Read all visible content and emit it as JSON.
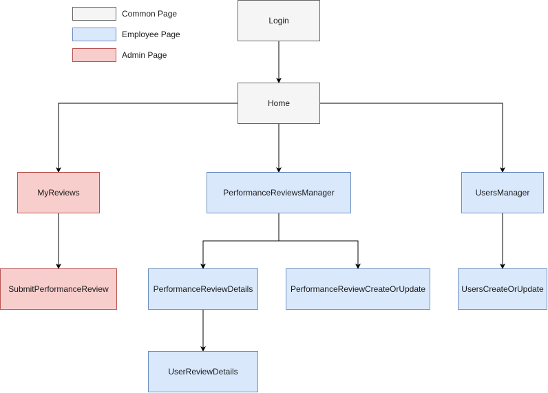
{
  "legend": [
    {
      "id": "common",
      "label": "Common Page"
    },
    {
      "id": "employee",
      "label": "Employee Page"
    },
    {
      "id": "admin",
      "label": "Admin Page"
    }
  ],
  "colors": {
    "common_fill": "#f5f5f5",
    "common_stroke": "#666666",
    "employee_fill": "#dae8fc",
    "employee_stroke": "#6c8ebf",
    "admin_fill": "#f8cecc",
    "admin_stroke": "#b85450",
    "edge": "#000000"
  },
  "nodes": {
    "login": {
      "label": "Login",
      "category": "common"
    },
    "home": {
      "label": "Home",
      "category": "common"
    },
    "my_reviews": {
      "label": "MyReviews",
      "category": "admin"
    },
    "submit_performance_review": {
      "label": "SubmitPerformanceReview",
      "category": "admin"
    },
    "performance_reviews_manager": {
      "label": "PerformanceReviewsManager",
      "category": "employee"
    },
    "performance_review_details": {
      "label": "PerformanceReviewDetails",
      "category": "employee"
    },
    "performance_review_create_or_update": {
      "label": "PerformanceReviewCreateOrUpdate",
      "category": "employee"
    },
    "user_review_details": {
      "label": "UserReviewDetails",
      "category": "employee"
    },
    "users_manager": {
      "label": "UsersManager",
      "category": "employee"
    },
    "users_create_or_update": {
      "label": "UsersCreateOrUpdate",
      "category": "employee"
    }
  },
  "edges": [
    {
      "from": "login",
      "to": "home"
    },
    {
      "from": "home",
      "to": "my_reviews"
    },
    {
      "from": "home",
      "to": "performance_reviews_manager"
    },
    {
      "from": "home",
      "to": "users_manager"
    },
    {
      "from": "my_reviews",
      "to": "submit_performance_review"
    },
    {
      "from": "performance_reviews_manager",
      "to": "performance_review_details"
    },
    {
      "from": "performance_reviews_manager",
      "to": "performance_review_create_or_update"
    },
    {
      "from": "performance_review_details",
      "to": "user_review_details"
    },
    {
      "from": "users_manager",
      "to": "users_create_or_update"
    }
  ]
}
